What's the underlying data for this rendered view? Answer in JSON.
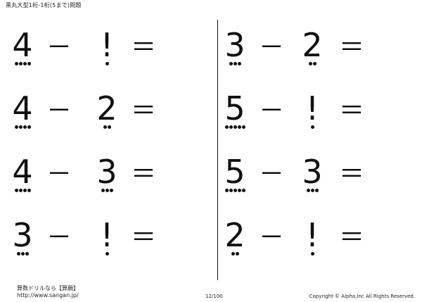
{
  "header": {
    "title": "黒丸大型1桁-1桁(5まで)問題"
  },
  "problems_left": [
    {
      "a": "4",
      "a_dots": 4,
      "op": "－",
      "b": "!",
      "b_dots": 1,
      "eq": "＝"
    },
    {
      "a": "4",
      "a_dots": 4,
      "op": "－",
      "b": "2",
      "b_dots": 2,
      "eq": "＝"
    },
    {
      "a": "4",
      "a_dots": 4,
      "op": "－",
      "b": "3",
      "b_dots": 3,
      "eq": "＝"
    },
    {
      "a": "3",
      "a_dots": 3,
      "op": "－",
      "b": "!",
      "b_dots": 1,
      "eq": "＝"
    }
  ],
  "problems_right": [
    {
      "a": "3",
      "a_dots": 3,
      "op": "－",
      "b": "2",
      "b_dots": 2,
      "eq": "＝"
    },
    {
      "a": "5",
      "a_dots": 5,
      "op": "－",
      "b": "!",
      "b_dots": 1,
      "eq": "＝"
    },
    {
      "a": "5",
      "a_dots": 5,
      "op": "－",
      "b": "3",
      "b_dots": 3,
      "eq": "＝"
    },
    {
      "a": "2",
      "a_dots": 2,
      "op": "－",
      "b": "!",
      "b_dots": 1,
      "eq": "＝"
    }
  ],
  "footer": {
    "site_name": "算数ドリルなら【算願】",
    "url": "http://www.sangan.jp/",
    "page": "12/100",
    "copyright": "Copyright © Alpha,Inc All Rights Reserved."
  }
}
